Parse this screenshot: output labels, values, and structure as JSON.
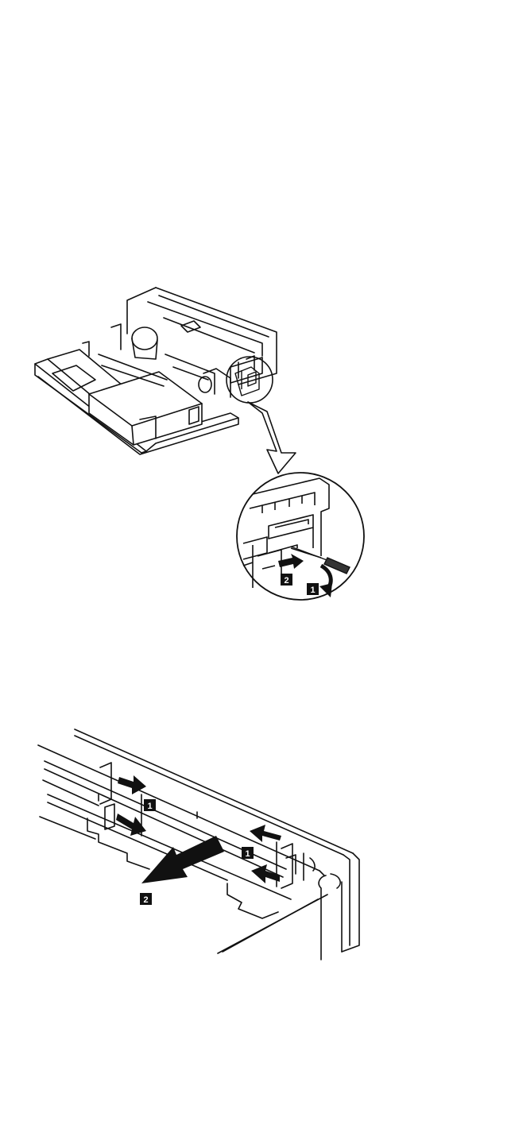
{
  "figure_1": {
    "callouts": {
      "step_1": "1",
      "step_2": "2"
    }
  },
  "figure_2": {
    "callouts": {
      "step_1_left": "1",
      "step_1_right": "1",
      "step_2": "2"
    }
  },
  "colors": {
    "ink": "#111111",
    "paper": "#ffffff"
  }
}
